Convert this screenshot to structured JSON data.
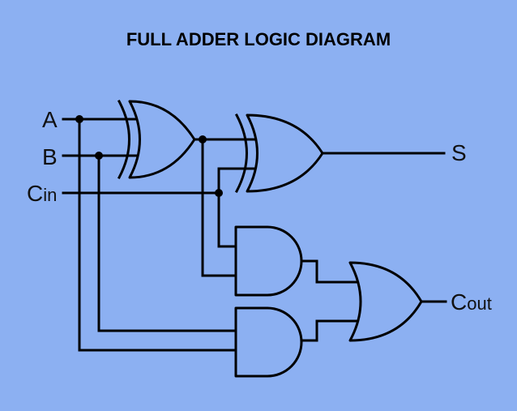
{
  "diagram": {
    "title": "FULL ADDER LOGIC DIAGRAM",
    "inputs": [
      {
        "main": "A",
        "sub": ""
      },
      {
        "main": "B",
        "sub": ""
      },
      {
        "main": "C",
        "sub": "in"
      }
    ],
    "outputs": [
      {
        "main": "S",
        "sub": ""
      },
      {
        "main": "C",
        "sub": "out"
      }
    ],
    "gates": [
      "xor",
      "xor",
      "and",
      "and",
      "or"
    ],
    "colors": {
      "background": "#8cb0f2",
      "line": "#000000"
    }
  }
}
